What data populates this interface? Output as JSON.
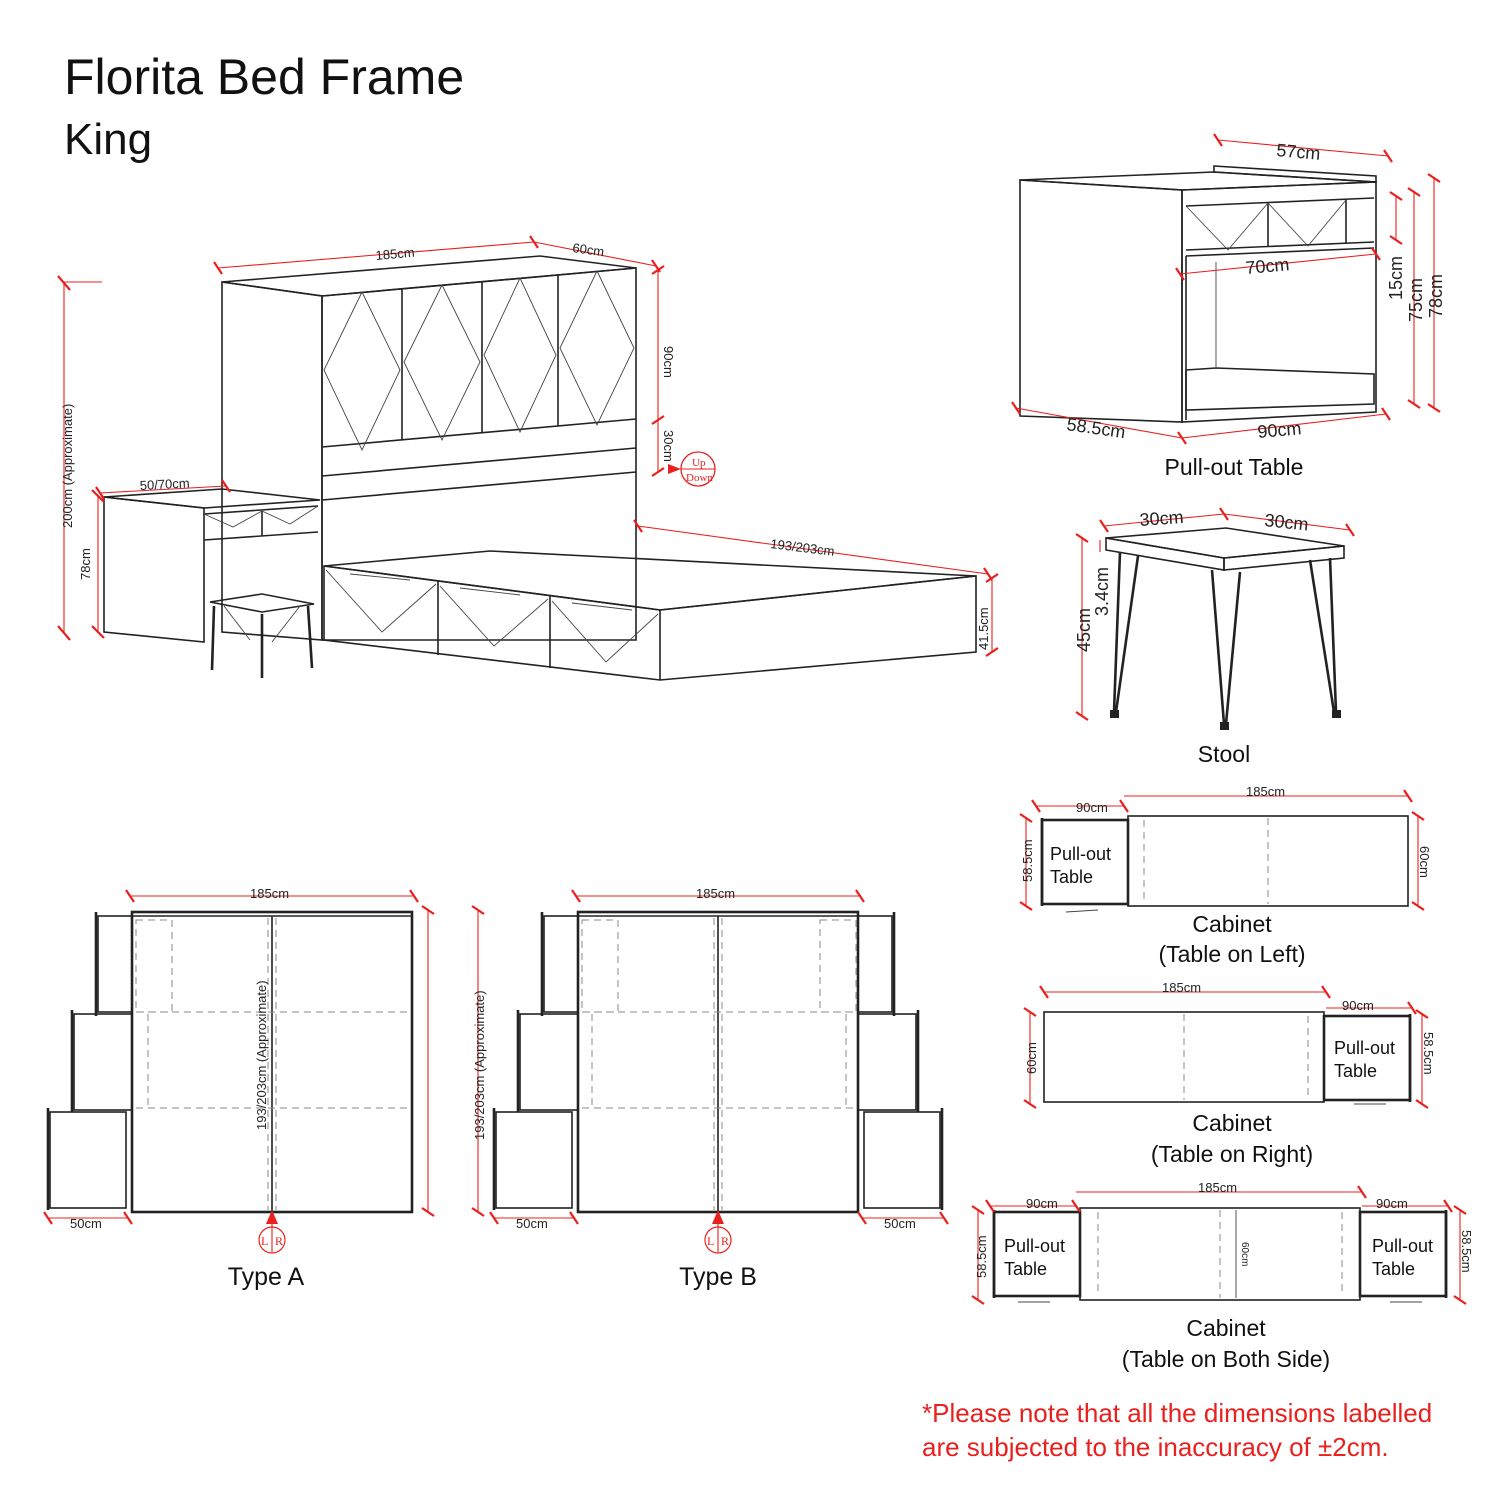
{
  "header": {
    "title": "Florita Bed Frame",
    "subtitle": "King"
  },
  "bed_view": {
    "cabinet_width": "185cm",
    "cabinet_depth": "60cm",
    "upper_height": "90cm",
    "shelf_height": "30cm",
    "overall_height": "200cm (Approximate)",
    "table_width": "50/70cm",
    "table_height": "78cm",
    "bed_length": "193/203cm",
    "bed_height": "41.5cm",
    "updown_up": "Up",
    "updown_down": "Down"
  },
  "pullout_table": {
    "caption": "Pull-out Table",
    "depth_top": "57cm",
    "inner_width": "70cm",
    "drawer_height": "15cm",
    "height_75": "75cm",
    "height_78": "78cm",
    "depth_bottom": "58.5cm",
    "width_bottom": "90cm"
  },
  "stool": {
    "caption": "Stool",
    "width_a": "30cm",
    "width_b": "30cm",
    "height": "45cm",
    "top_thickness": "3.4cm"
  },
  "cabinet_left": {
    "caption_1": "Cabinet",
    "caption_2": "(Table on Left)",
    "table_label_1": "Pull-out",
    "table_label_2": "Table",
    "table_width": "90cm",
    "cabinet_width": "185cm",
    "table_depth": "58.5cm",
    "cabinet_depth": "60cm"
  },
  "cabinet_right": {
    "caption_1": "Cabinet",
    "caption_2": "(Table on Right)",
    "table_label_1": "Pull-out",
    "table_label_2": "Table",
    "cabinet_width": "185cm",
    "table_width": "90cm",
    "cabinet_depth": "60cm",
    "table_depth": "58.5cm"
  },
  "cabinet_both": {
    "caption_1": "Cabinet",
    "caption_2": "(Table on Both Side)",
    "left_label_1": "Pull-out",
    "left_label_2": "Table",
    "right_label_1": "Pull-out",
    "right_label_2": "Table",
    "left_width": "90cm",
    "cabinet_width": "185cm",
    "right_width": "90cm",
    "left_depth": "58.5cm",
    "center_depth": "60cm",
    "right_depth": "58.5cm"
  },
  "type_a": {
    "caption": "Type A",
    "width": "185cm",
    "length": "193/203cm (Approximate)",
    "drawer_depth": "50cm",
    "marker_l": "L",
    "marker_r": "R"
  },
  "type_b": {
    "caption": "Type B",
    "width": "185cm",
    "length": "193/203cm (Approximate)",
    "drawer_depth_left": "50cm",
    "drawer_depth_right": "50cm",
    "marker_l": "L",
    "marker_r": "R"
  },
  "footnote": {
    "line_1": "*Please note that all the dimensions labelled",
    "line_2": "are subjected to the inaccuracy of ±2cm."
  },
  "colors": {
    "dimension": "#e8201e",
    "line": "#222222"
  }
}
